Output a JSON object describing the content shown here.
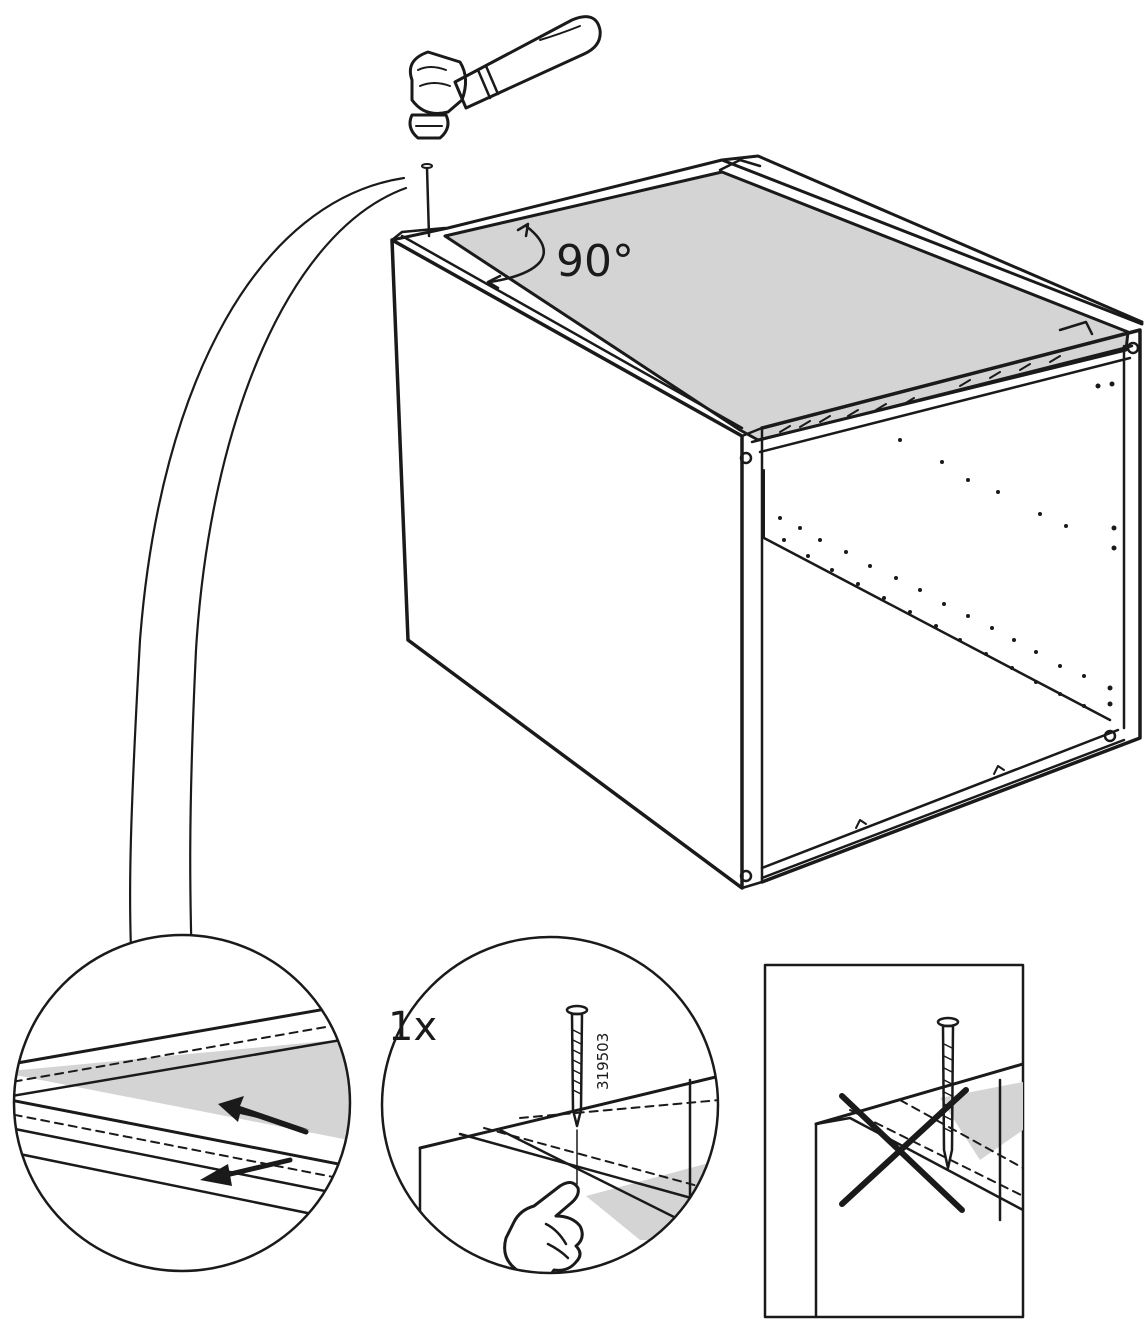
{
  "angle_label": "90°",
  "quantity_label": "1x",
  "part_number": "319503",
  "colors": {
    "ink": "#1a1a1a",
    "panel_fill": "#d4d4d4",
    "paper": "#ffffff"
  },
  "icons": [
    "hammer-icon",
    "nail-icon",
    "finger-pointing-icon",
    "cross-mark-icon",
    "arrow-icon"
  ]
}
